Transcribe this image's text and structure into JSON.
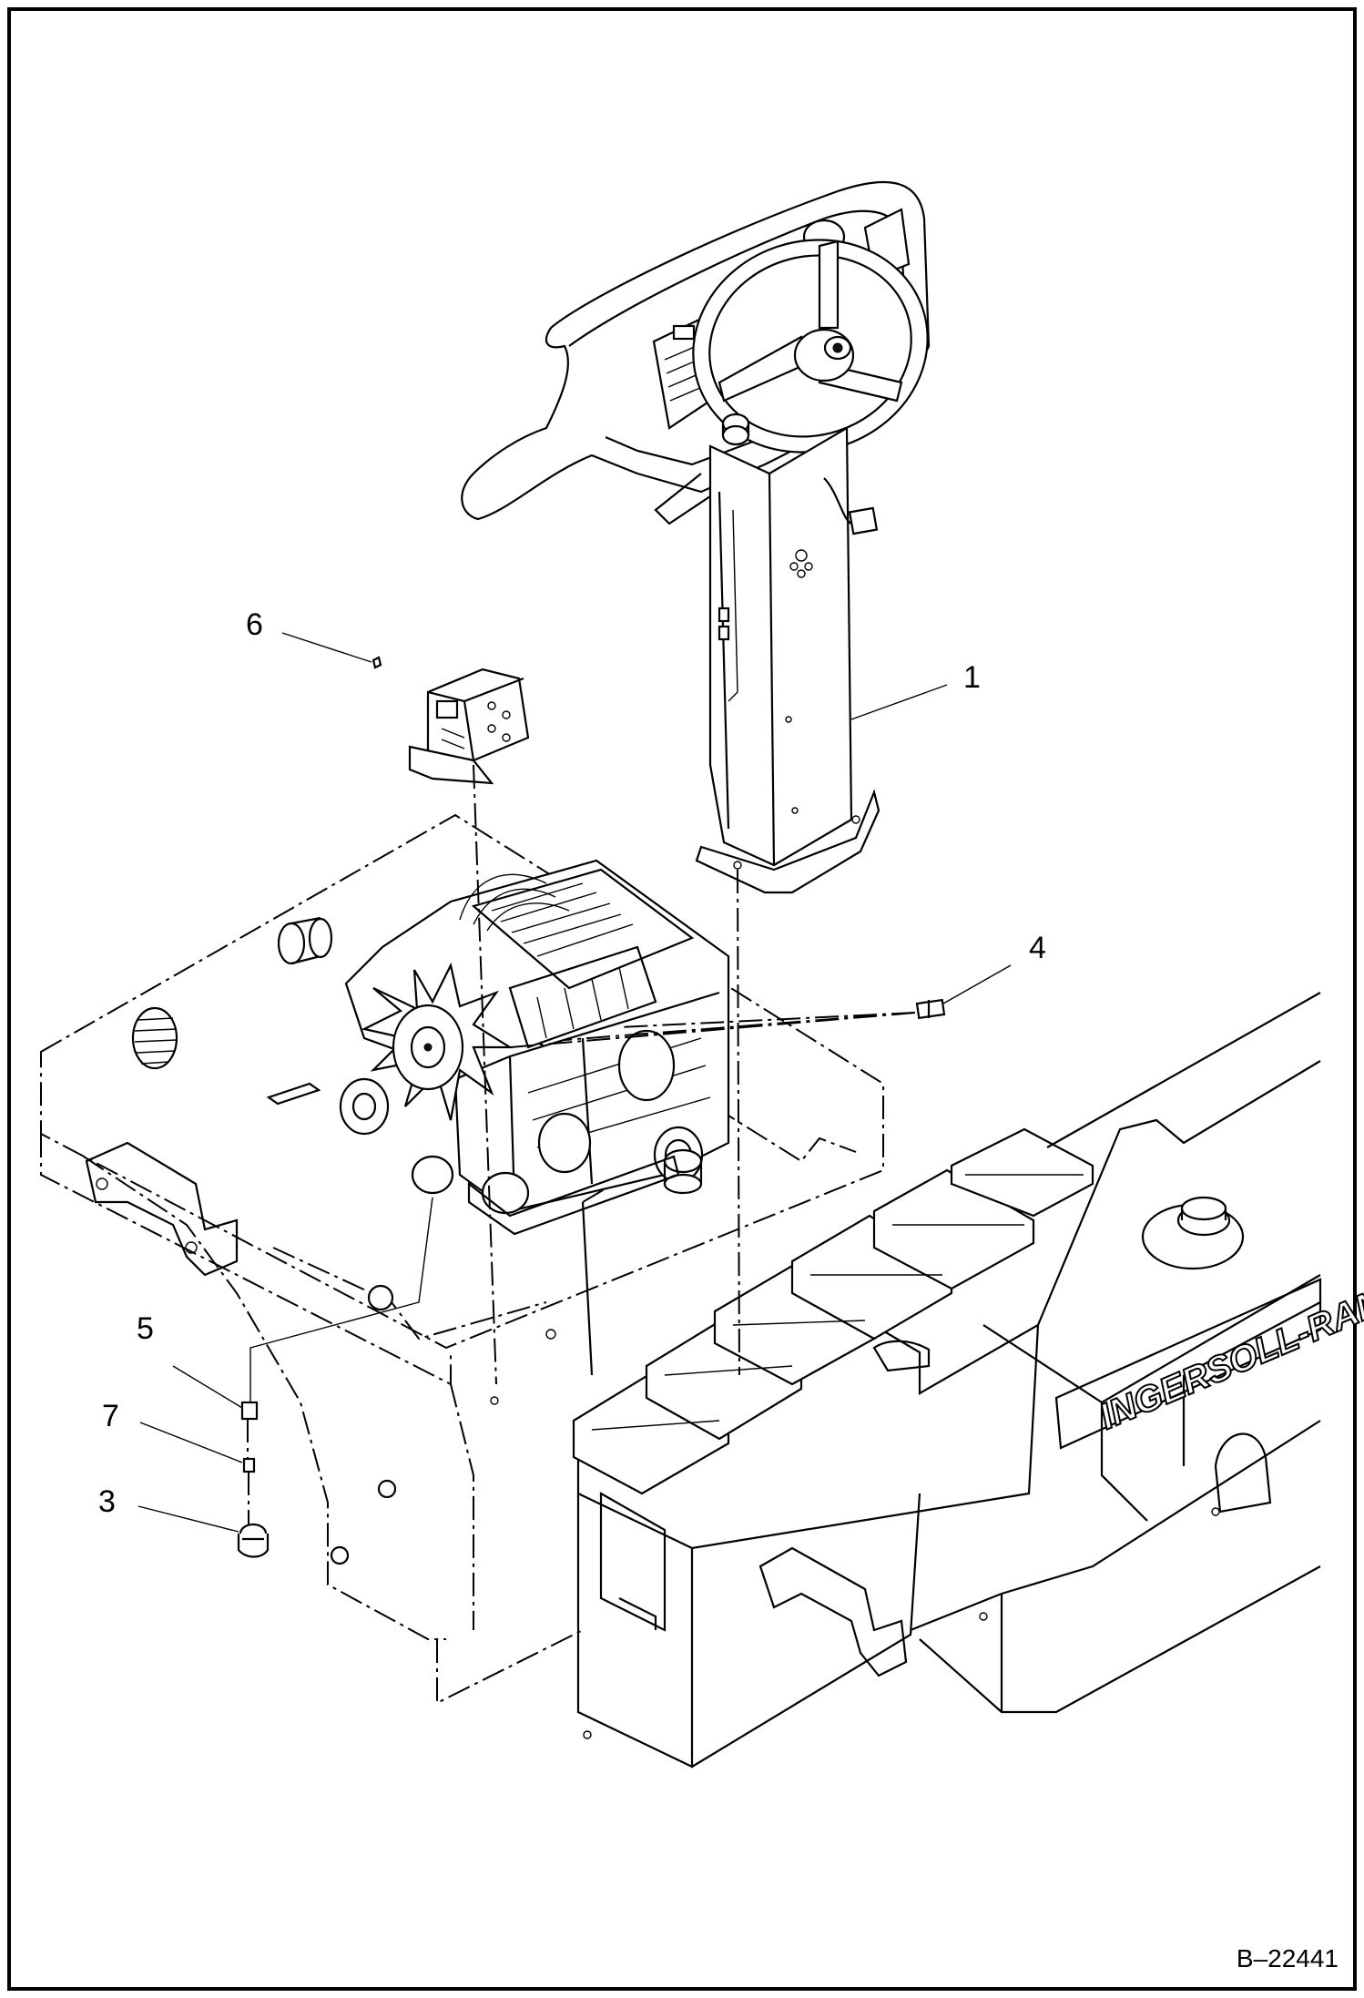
{
  "figure": {
    "number": "B–22441",
    "brand_mark": "INGERSOLL-RAND"
  },
  "callouts": [
    {
      "id": "1",
      "label": "1"
    },
    {
      "id": "3",
      "label": "3"
    },
    {
      "id": "4",
      "label": "4"
    },
    {
      "id": "5",
      "label": "5"
    },
    {
      "id": "6",
      "label": "6"
    },
    {
      "id": "7",
      "label": "7"
    }
  ]
}
